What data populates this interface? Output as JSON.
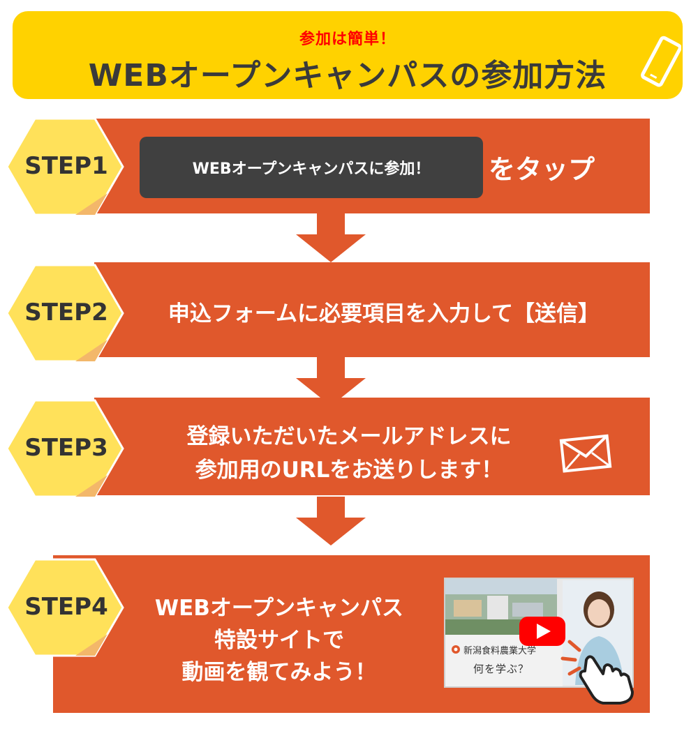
{
  "header": {
    "subtitle": "参加は簡単！",
    "title": "WEBオープンキャンパスの参加方法"
  },
  "steps": [
    {
      "label": "STEP1",
      "button_text": "WEBオープンキャンパスに参加！",
      "text": "をタップ"
    },
    {
      "label": "STEP2",
      "text": "申込フォームに必要項目を入力して【送信】"
    },
    {
      "label": "STEP3",
      "line1": "登録いただいたメールアドレスに",
      "line2": "参加用のURLをお送りします！"
    },
    {
      "label": "STEP4",
      "line1": "WEBオープンキャンパス",
      "line2": "特設サイトで",
      "line3": "動画を観てみよう！"
    }
  ],
  "video": {
    "caption_line1": "新潟食料農業大学",
    "caption_line2": "何を学ぶ？"
  },
  "colors": {
    "header_bg": "#ffd200",
    "step_bg": "#e0582c",
    "hex_fill": "#ffe15a",
    "button_bg": "#404040",
    "accent_red": "#ff0000"
  }
}
